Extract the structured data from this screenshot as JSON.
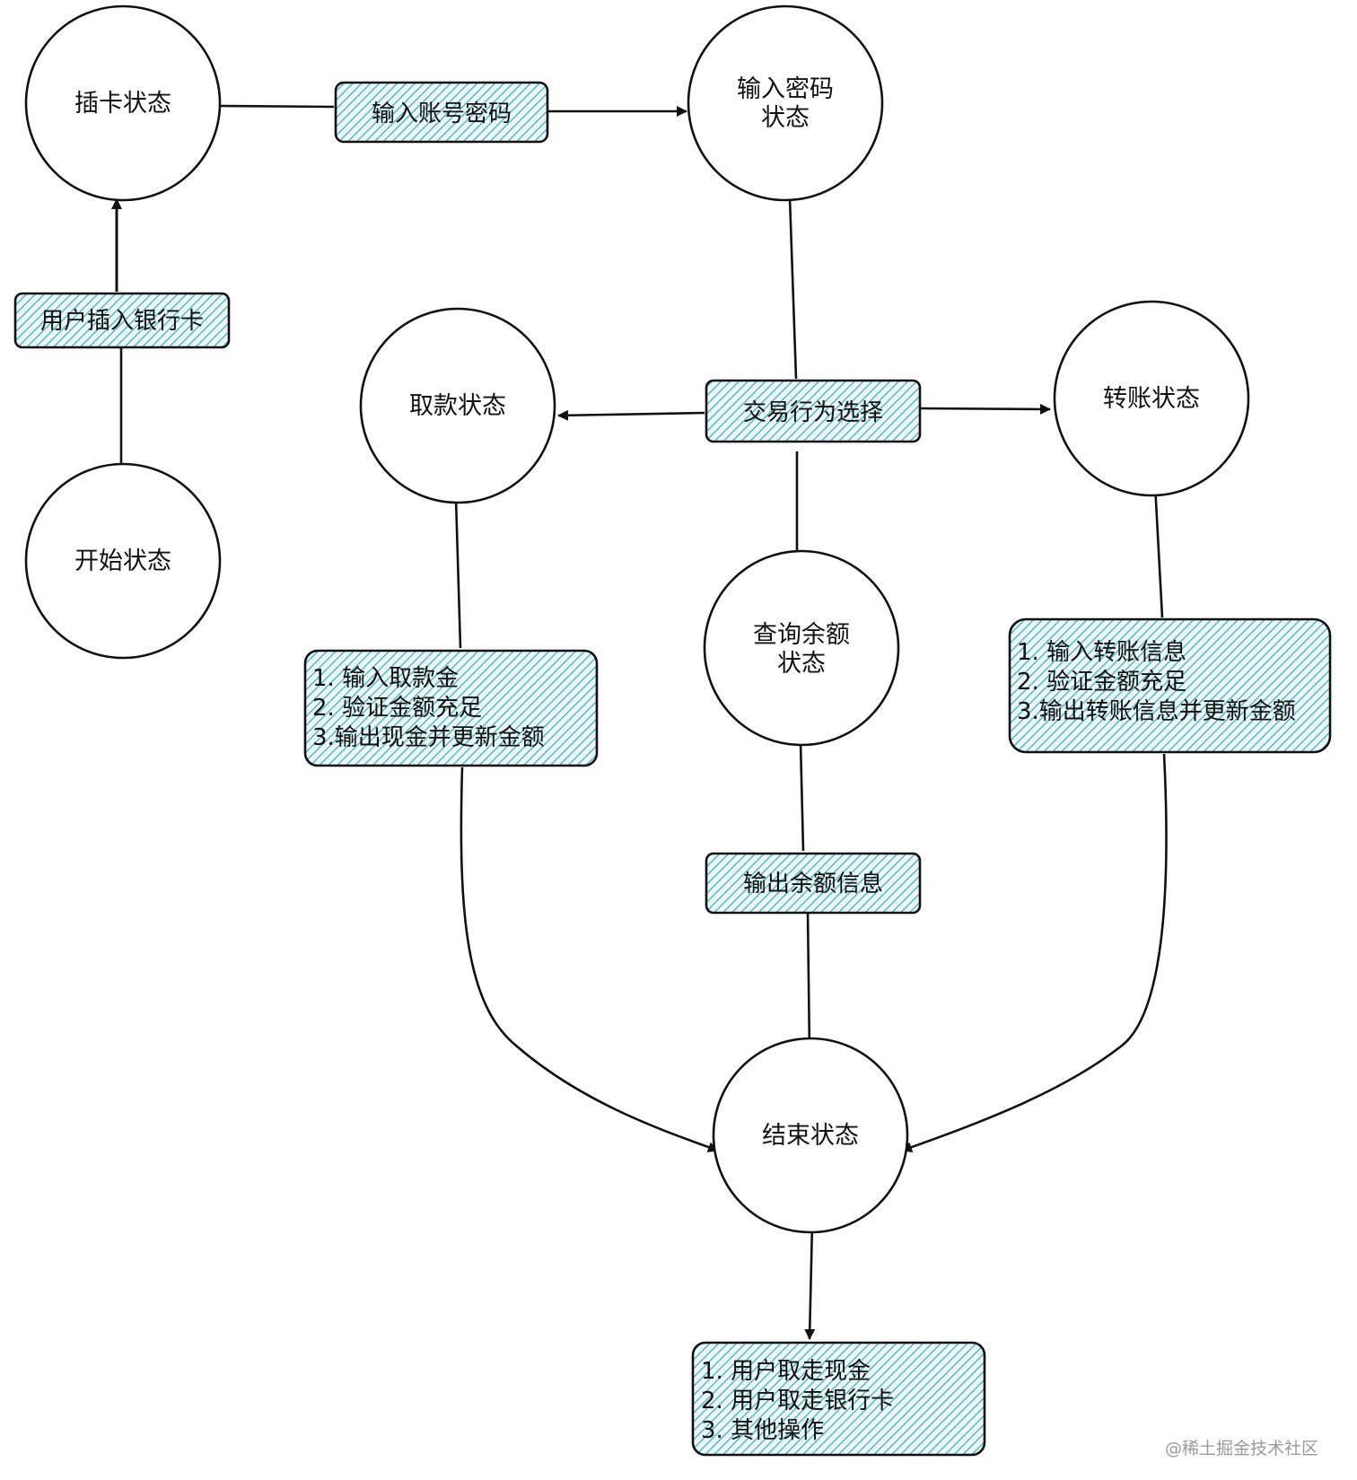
{
  "states": {
    "start": "开始状态",
    "insert_card": "插卡状态",
    "input_password_l1": "输入密码",
    "input_password_l2": "状态",
    "withdraw": "取款状态",
    "transfer": "转账状态",
    "query_l1": "查询余额",
    "query_l2": "状态",
    "end": "结束状态"
  },
  "labels": {
    "user_insert_card": "用户插入银行卡",
    "input_account_password": "输入账号密码",
    "transaction_choice": "交易行为选择",
    "output_balance": "输出余额信息",
    "withdraw_steps": [
      "1. 输入取款金",
      "2. 验证金额充足",
      "3.输出现金并更新金额"
    ],
    "transfer_steps": [
      "1. 输入转账信息",
      "2. 验证金额充足",
      "3.输出转账信息并更新金额"
    ],
    "end_steps": [
      "1. 用户取走现金",
      "2. 用户取走银行卡",
      "3. 其他操作"
    ]
  },
  "colors": {
    "hatch": "#3fa9b5",
    "stroke": "#111111",
    "box_fill": "#eaf6f7"
  },
  "watermark": "@稀土掘金技术社区"
}
